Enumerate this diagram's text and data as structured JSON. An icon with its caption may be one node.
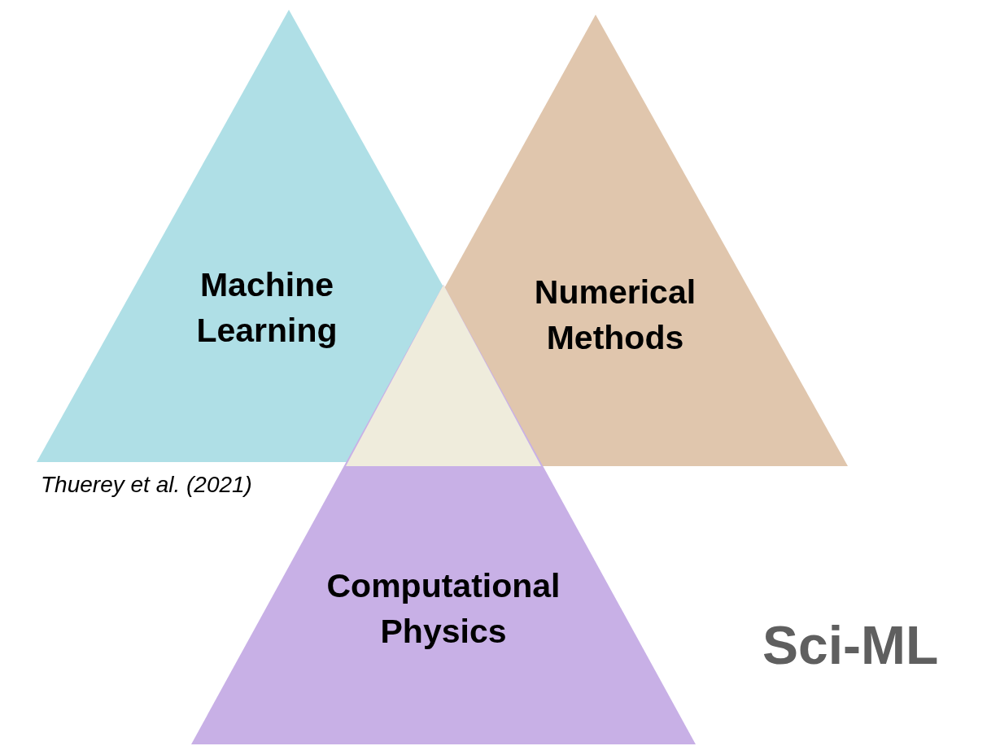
{
  "diagram": {
    "nodes": [
      {
        "text": [
          "Machine Learning"
        ]
      },
      {
        "text": [
          "Numerical Methods"
        ]
      },
      {
        "text": [
          "Computational Physics"
        ]
      },
      {
        "text": [],
        "shape": "triangle"
      }
    ],
    "labels": [
      "Thuerey et al. (2021)",
      "Sci-ML"
    ]
  }
}
